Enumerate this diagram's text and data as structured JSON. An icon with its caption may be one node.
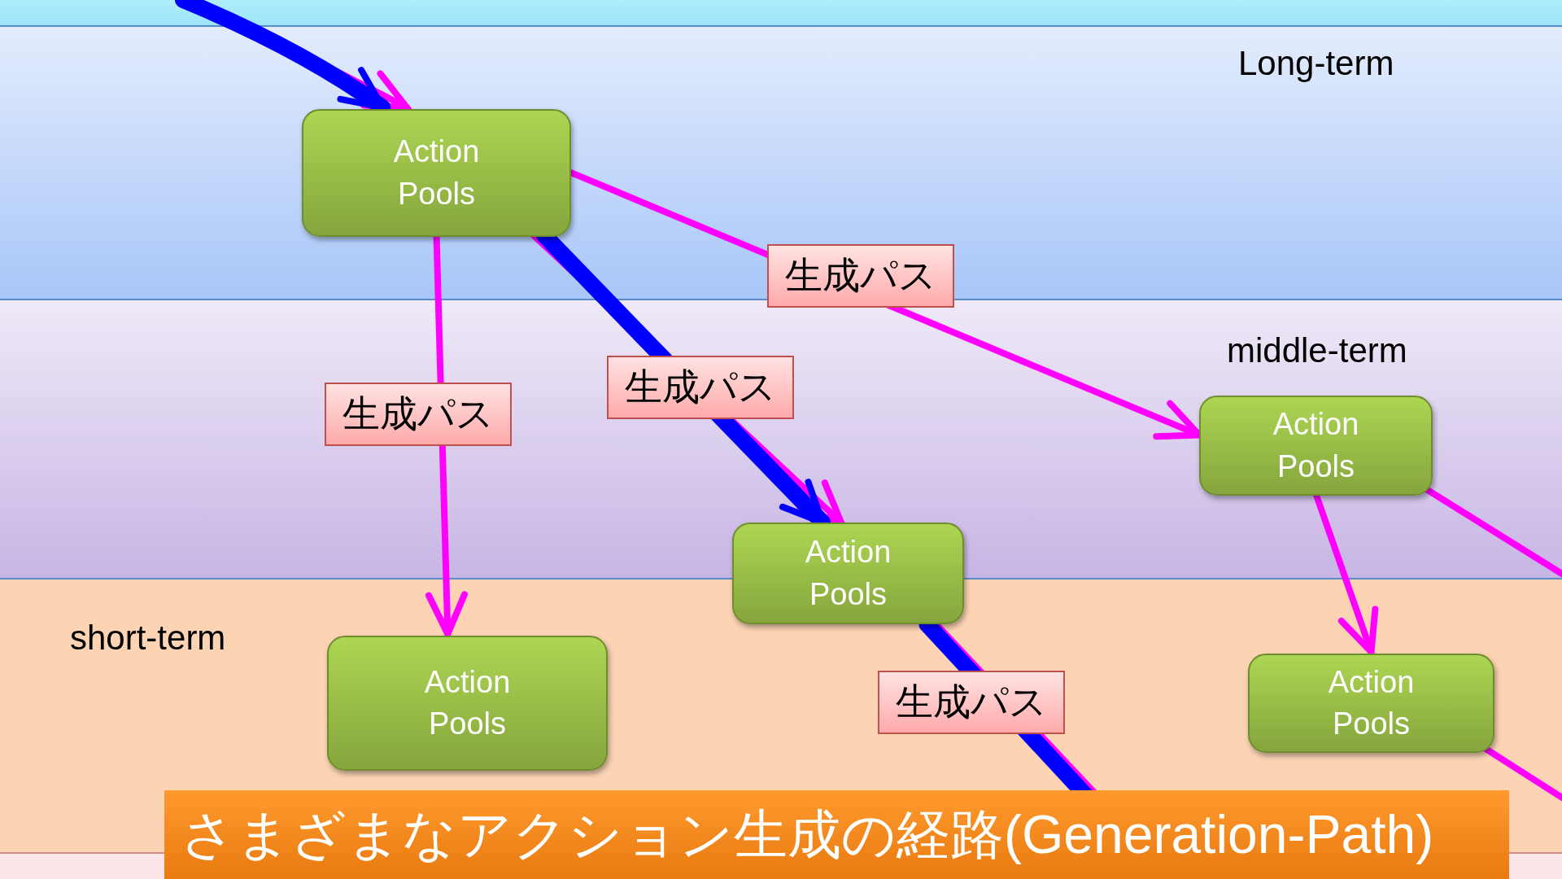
{
  "diagram": {
    "title": "さまざまなアクション生成の経路(Generation-Path)",
    "nodes": [
      {
        "text": [
          "Long-term"
        ]
      },
      {
        "text": [
          "Action Pools"
        ],
        "in": 0
      },
      {
        "text": [
          "middle-term"
        ]
      },
      {
        "text": [
          "Action Pools"
        ],
        "in": 2
      },
      {
        "text": [
          "Action Pools"
        ]
      },
      {
        "text": [
          "short-term"
        ]
      },
      {
        "text": [
          "Action Pools"
        ],
        "in": 5
      },
      {
        "text": [
          "Action Pools"
        ],
        "in": 5
      }
    ],
    "edges": [
      {
        "from": null,
        "to": 1,
        "arrow": "to"
      },
      {
        "from": 1,
        "to": 6,
        "arrow": "to",
        "label": "生成パス"
      },
      {
        "from": 1,
        "to": 3,
        "arrow": "to",
        "label": "生成パス"
      },
      {
        "from": 1,
        "to": 4,
        "arrow": "to",
        "label": "生成パス"
      },
      {
        "from": 4,
        "to": null,
        "arrow": "none",
        "label": "生成パス"
      },
      {
        "from": 3,
        "to": 7,
        "arrow": "to"
      },
      {
        "from": 3,
        "to": null,
        "arrow": "none"
      },
      {
        "from": 7,
        "to": null,
        "arrow": "none"
      },
      {
        "from": null,
        "to": 1,
        "arrow": "to",
        "style": "thick",
        "color": "#0000ff"
      },
      {
        "from": 1,
        "to": 4,
        "arrow": "to",
        "style": "thick",
        "color": "#0000ff"
      },
      {
        "from": 4,
        "to": null,
        "arrow": "none",
        "style": "thick",
        "color": "#0000ff"
      }
    ]
  }
}
